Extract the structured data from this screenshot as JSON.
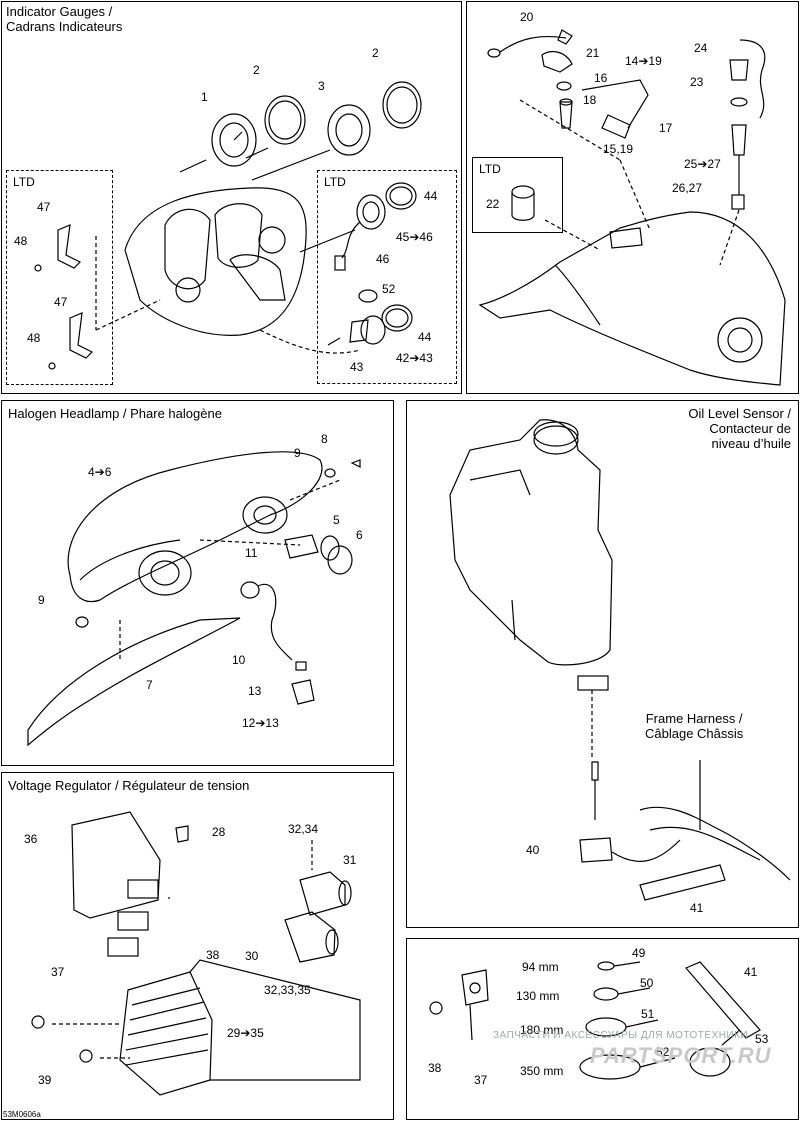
{
  "panels": {
    "indicator_gauges": {
      "title": "Indicator Gauges /\nCadrans Indicateurs",
      "ltd_left": "LTD",
      "ltd_right": "LTD",
      "labels": [
        "1",
        "2",
        "3",
        "2",
        "47",
        "48",
        "47",
        "48",
        "44",
        "45➔46",
        "46",
        "52",
        "44",
        "42➔43",
        "43"
      ]
    },
    "fuel_tank": {
      "ltd": "LTD",
      "labels": [
        "20",
        "21",
        "16",
        "18",
        "14➔19",
        "17",
        "15,19",
        "24",
        "23",
        "25➔27",
        "26,27",
        "22"
      ]
    },
    "halogen_headlamp": {
      "title": "Halogen Headlamp / Phare halogène",
      "labels": [
        "8",
        "9",
        "4➔6",
        "5",
        "6",
        "11",
        "9",
        "10",
        "7",
        "13",
        "12➔13"
      ]
    },
    "oil_level_sensor": {
      "title": "Oil Level Sensor /\nContacteur de\nniveau d’huile",
      "harness": "Frame Harness /\nCâblage Châssis",
      "labels": [
        "40",
        "41"
      ]
    },
    "voltage_regulator": {
      "title": "Voltage Regulator / Régulateur de tension",
      "labels": [
        "36",
        "28",
        "32,34",
        "31",
        "38",
        "37",
        "30",
        "32,33,35",
        "29➔35",
        "39"
      ]
    },
    "ties": {
      "labels": [
        "49",
        "50",
        "51",
        "52",
        "53",
        "41",
        "38",
        "37"
      ],
      "sizes": [
        "94 mm",
        "130 mm",
        "180 mm",
        "350 mm"
      ]
    }
  },
  "document_id": "53M0606a",
  "watermark": {
    "line1": "ЗАПЧАСТИ И АКСЕССУАРЫ ДЛЯ МОТОТЕХНИКИ",
    "line2": "PARTSPORT.RU"
  }
}
